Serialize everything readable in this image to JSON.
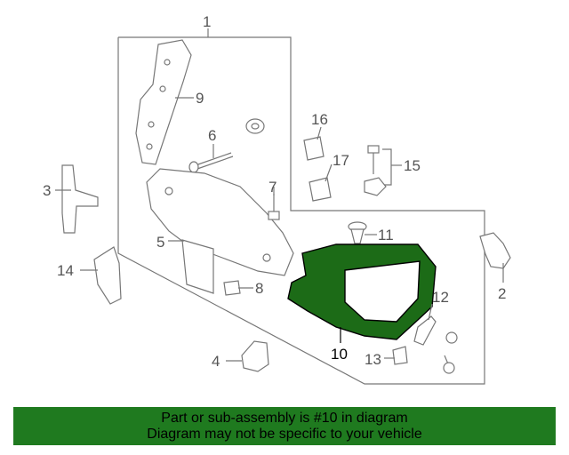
{
  "diagram": {
    "highlight_color": "#1c6b17",
    "callouts": {
      "c1": "1",
      "c2": "2",
      "c3": "3",
      "c4": "4",
      "c5": "5",
      "c6": "6",
      "c7": "7",
      "c8": "8",
      "c9": "9",
      "c10": "10",
      "c11": "11",
      "c12": "12",
      "c13": "13",
      "c14": "14",
      "c15": "15",
      "c16": "16",
      "c17": "17"
    }
  },
  "banner": {
    "line1": "Part or sub-assembly is #10 in diagram",
    "line2": "Diagram may not be specific to your vehicle",
    "background": "#1f7a1f"
  }
}
